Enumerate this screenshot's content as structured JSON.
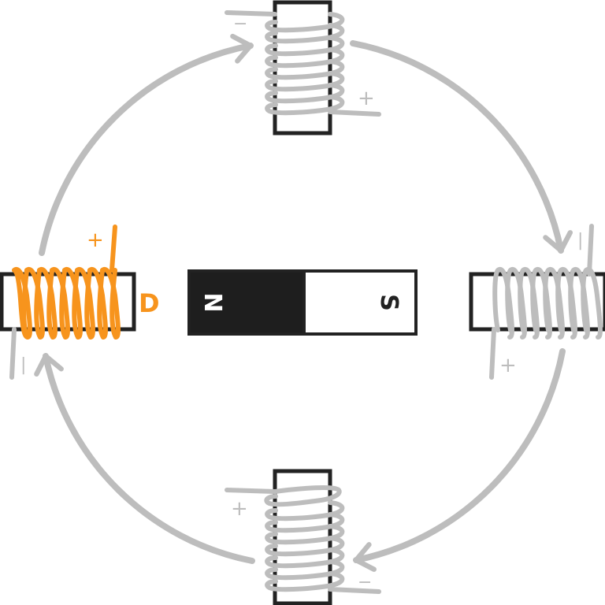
{
  "colors": {
    "active": "#F7941D",
    "inactive": "#BDBDBD",
    "outline": "#222222",
    "north_fill": "#1e1e1e",
    "south_fill": "#ffffff"
  },
  "magnet": {
    "north_label": "N",
    "south_label": "S"
  },
  "coils": {
    "left": {
      "label": "D",
      "plus": "+",
      "minus": "|",
      "state": "active"
    },
    "top": {
      "plus": "+",
      "minus": "−",
      "state": "inactive"
    },
    "right": {
      "plus": "+",
      "minus": "|",
      "state": "inactive"
    },
    "bottom": {
      "plus": "+",
      "minus": "−",
      "state": "inactive"
    }
  },
  "rotation": {
    "direction": "clockwise",
    "arrows": 4
  }
}
